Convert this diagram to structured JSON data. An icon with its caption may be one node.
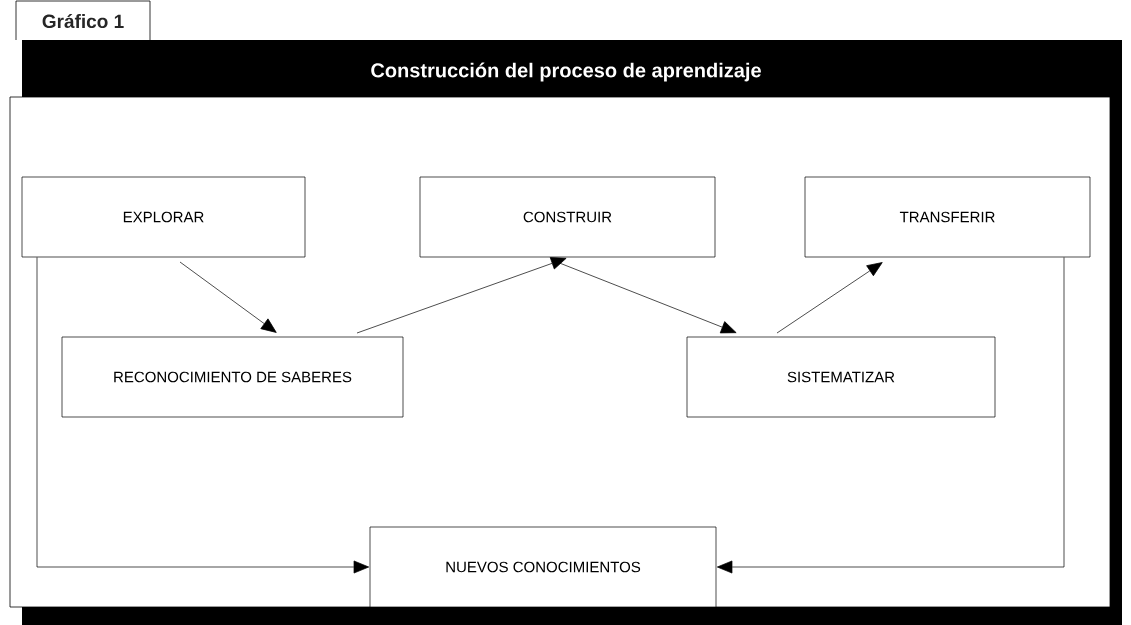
{
  "diagram": {
    "title": "Construcción del proceso de aprendizaje",
    "nodes": [
      {
        "text": [
          "EXPLORAR"
        ]
      },
      {
        "text": [
          "CONSTRUIR"
        ]
      },
      {
        "text": [
          "TRANSFERIR"
        ]
      },
      {
        "text": [
          "RECONOCIMIENTO DE SABERES"
        ]
      },
      {
        "text": [
          "SISTEMATIZAR"
        ]
      },
      {
        "text": [
          "NUEVOS CONOCIMIENTOS"
        ]
      }
    ],
    "edges": [
      {
        "from": 0,
        "to": 3,
        "arrow": "to"
      },
      {
        "from": 3,
        "to": 1,
        "arrow": "to"
      },
      {
        "from": 1,
        "to": 4,
        "arrow": "to"
      },
      {
        "from": 4,
        "to": 2,
        "arrow": "to"
      },
      {
        "from": 0,
        "to": 5,
        "arrow": "to"
      },
      {
        "from": 2,
        "to": 5,
        "arrow": "to"
      }
    ],
    "labels": [
      "Gráfico 1"
    ]
  }
}
